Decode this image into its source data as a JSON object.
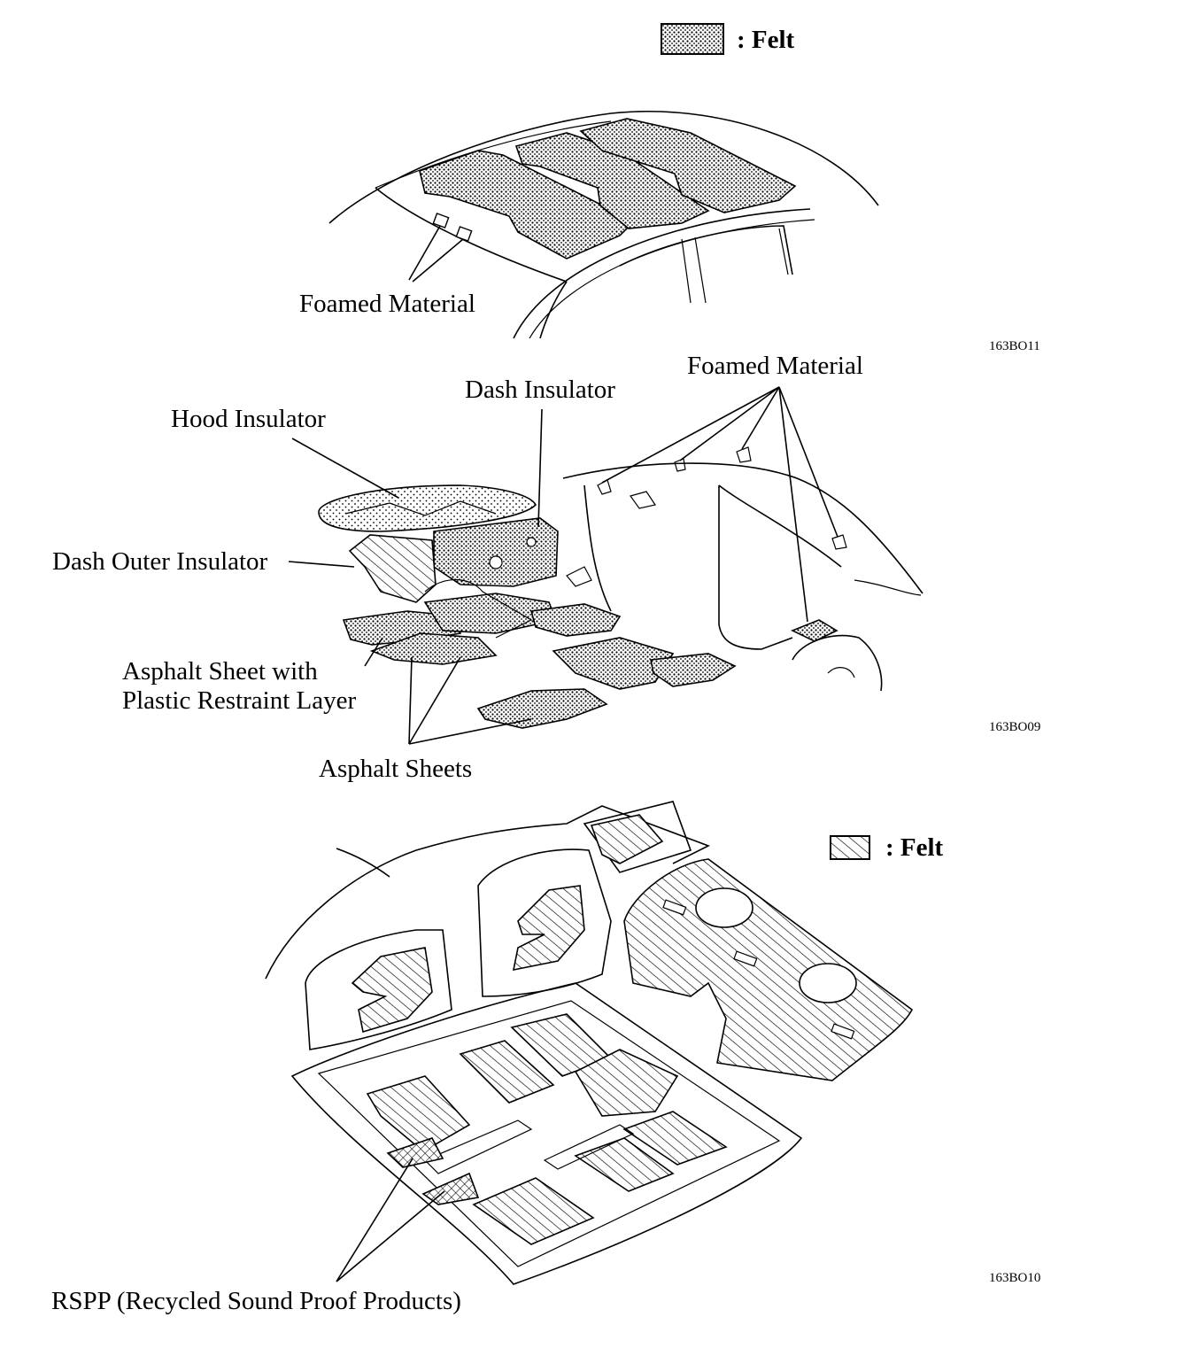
{
  "legends": {
    "felt_dotted": ": Felt",
    "felt_hatched": ": Felt"
  },
  "roof_section": {
    "foamed_material": "Foamed Material",
    "figure_code": "163BO11"
  },
  "floor_section": {
    "foamed_material": "Foamed Material",
    "dash_insulator": "Dash Insulator",
    "hood_insulator": "Hood Insulator",
    "dash_outer_insulator": "Dash Outer Insulator",
    "asphalt_sheet_restraint_line1": "Asphalt Sheet with",
    "asphalt_sheet_restraint_line2": "Plastic Restraint Layer",
    "asphalt_sheets": "Asphalt Sheets",
    "figure_code": "163BO09"
  },
  "interior_section": {
    "rspp": "RSPP (Recycled Sound Proof Products)",
    "figure_code": "163BO10"
  },
  "colors": {
    "ink": "#000000",
    "felt_fill": "#9a9a9a",
    "paper": "#ffffff"
  }
}
